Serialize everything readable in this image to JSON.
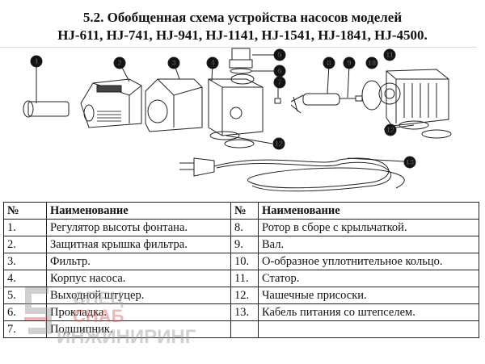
{
  "header": {
    "title_line1": "5.2. Обобщенная схема устройства насосов моделей",
    "title_line2": "HJ-611, HJ-741, HJ-941, HJ-1141, HJ-1541, HJ-1841, HJ-4500."
  },
  "diagram": {
    "callouts": [
      "1",
      "2",
      "3",
      "4",
      "5",
      "6",
      "7",
      "8",
      "9",
      "10",
      "11",
      "12",
      "12",
      "13"
    ]
  },
  "table": {
    "headers": [
      "№",
      "Наименование",
      "№",
      "Наименование"
    ],
    "rows": [
      [
        "1.",
        "Регулятор высоты фонтана.",
        "8.",
        "Ротор в сборе с крыльчаткой."
      ],
      [
        "2.",
        "Защитная крышка фильтра.",
        "9.",
        "Вал."
      ],
      [
        "3.",
        "Фильтр.",
        "10.",
        "О-образное уплотнительное кольцо."
      ],
      [
        "4.",
        "Корпус насоса.",
        "11.",
        "Статор."
      ],
      [
        "5.",
        "Выходной штуцер.",
        "12.",
        "Чашечные присоски."
      ],
      [
        "6.",
        "Прокладка.",
        "13.",
        "Кабель питания со штепселем."
      ],
      [
        "7.",
        "Подшипник.",
        "",
        ""
      ]
    ]
  },
  "watermark": {
    "line1": "СПЕЦ",
    "line2": "СНАБ",
    "line3": "ИНЖИНИРИНГ",
    "gray": "#999999",
    "red": "#e06060"
  }
}
